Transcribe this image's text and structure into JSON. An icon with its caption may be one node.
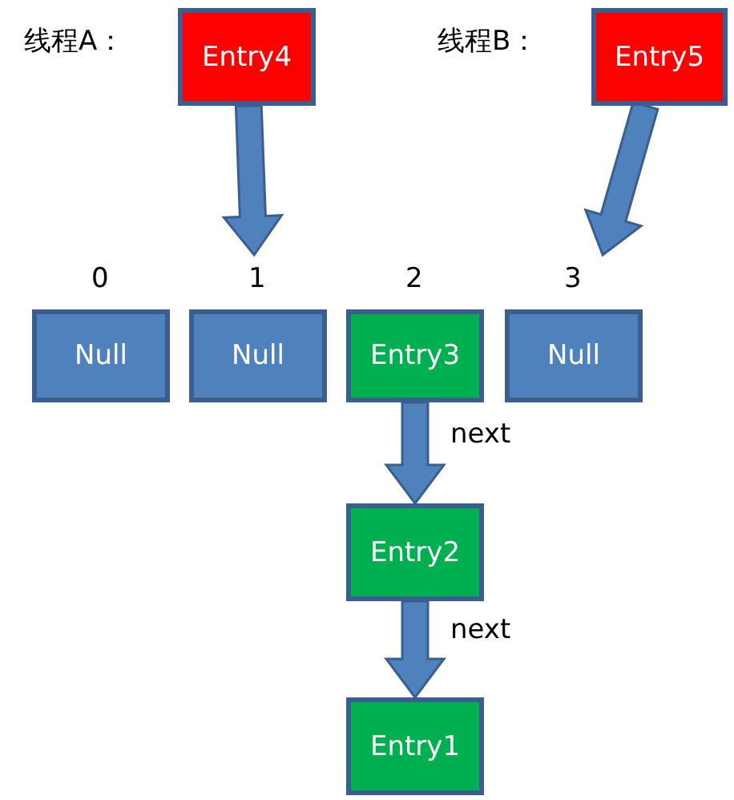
{
  "diagram": {
    "nodes": [
      {
        "text": [
          "Entry4"
        ],
        "beside": [
          "线程A："
        ]
      },
      {
        "text": [
          "Entry5"
        ],
        "beside": [
          "线程B："
        ]
      },
      {
        "text": [
          "Null"
        ],
        "beside": [
          "0"
        ]
      },
      {
        "text": [
          "Null"
        ],
        "beside": [
          "1"
        ]
      },
      {
        "text": [
          "Entry3"
        ],
        "beside": [
          "2"
        ]
      },
      {
        "text": [
          "Null"
        ],
        "beside": [
          "3"
        ]
      },
      {
        "text": [
          "Entry2"
        ]
      },
      {
        "text": [
          "Entry1"
        ]
      }
    ],
    "edges": [
      {
        "from": 0,
        "to": 3,
        "arrow": "to"
      },
      {
        "from": 1,
        "to": 5,
        "arrow": "to"
      },
      {
        "from": 4,
        "to": 6,
        "arrow": "to",
        "label": "next"
      },
      {
        "from": 6,
        "to": 7,
        "arrow": "to",
        "label": "next"
      }
    ]
  }
}
